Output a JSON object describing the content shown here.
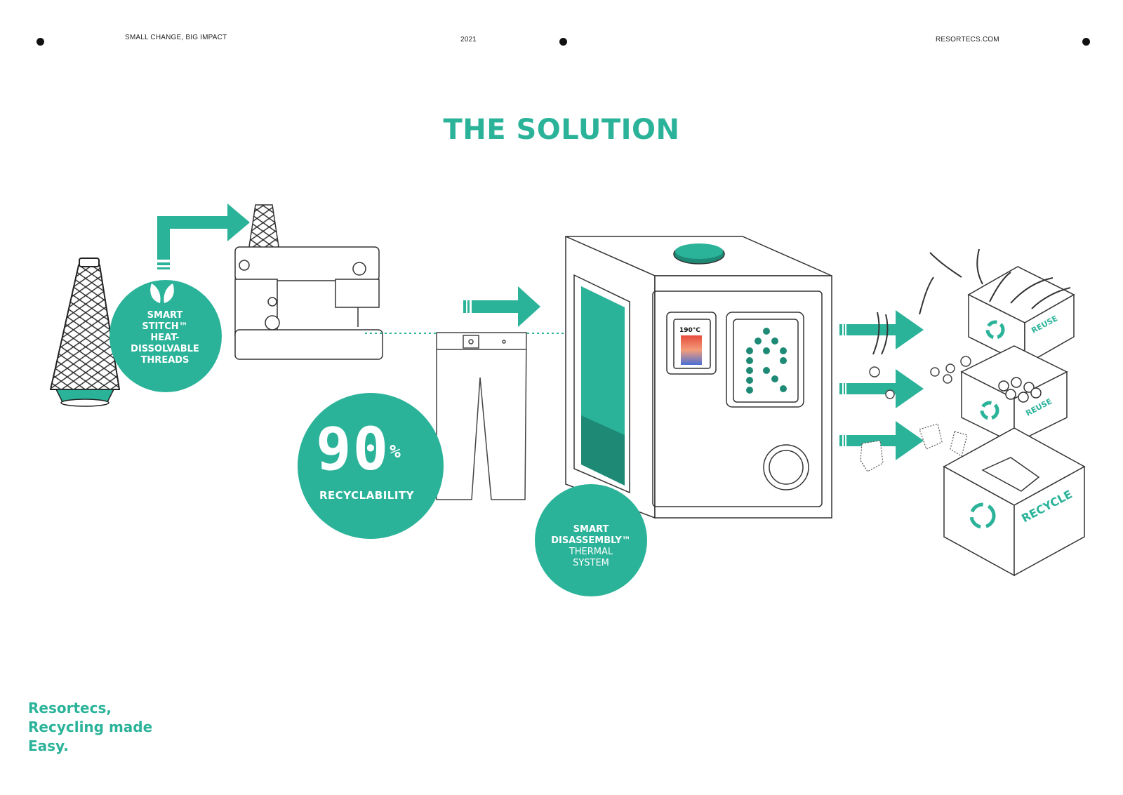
{
  "header": {
    "left_text": "SMALL CHANGE, BIG IMPACT",
    "year": "2021",
    "website": "RESORTECS.COM"
  },
  "title": "THE SOLUTION",
  "labels": {
    "smart_stitch": [
      "SMART",
      "STITCH™",
      "HEAT-",
      "DISSOLVABLE",
      "THREADS"
    ],
    "recyclability_value": "90",
    "recyclability_unit": "%",
    "recyclability_label": "RECYCLABILITY",
    "disassembly": [
      "SMART",
      "DISASSEMBLY™",
      "THERMAL",
      "SYSTEM"
    ],
    "temperature": "190°C",
    "boxes": [
      "REUSE",
      "REUSE",
      "RECYCLE"
    ]
  },
  "footer": [
    "Resortecs,",
    "Recycling made",
    "Easy."
  ],
  "colors": {
    "accent": "#2bb39a",
    "accent_dark": "#1e8a76"
  }
}
